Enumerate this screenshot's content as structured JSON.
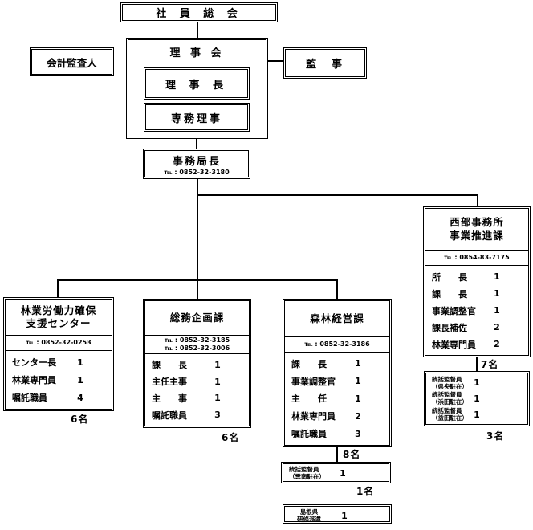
{
  "boxes": {
    "soukai": {
      "label": "社 員 総 会"
    },
    "rijikai": {
      "label": "理 事 会"
    },
    "rijichou": {
      "label": "理 事 長"
    },
    "senmuriji": {
      "label": "専務理事"
    },
    "kaikei": {
      "label": "会計監査人"
    },
    "kanji": {
      "label": "監　事"
    },
    "jimu": {
      "title": "事務局長",
      "tel": "℡ : 0852-32-3180"
    }
  },
  "divisions": {
    "ringyo": {
      "title_lines": [
        "林業労働力確保",
        "支援センター"
      ],
      "tels": [
        "℡ : 0852-32-0253"
      ],
      "staff": [
        {
          "label": "センター長",
          "count": "1"
        },
        {
          "label": "林業専門員",
          "count": "1"
        },
        {
          "label": "嘱託職員",
          "count": "4"
        }
      ],
      "total": "6名"
    },
    "soumu": {
      "title_lines": [
        "総務企画課"
      ],
      "tels": [
        "℡ : 0852-32-3185",
        "℡ : 0852-32-3006"
      ],
      "staff": [
        {
          "label": "課　　長",
          "count": "1"
        },
        {
          "label": "主任主事",
          "count": "1"
        },
        {
          "label": "主　　事",
          "count": "1"
        },
        {
          "label": "嘱託職員",
          "count": "3"
        }
      ],
      "total": "6名"
    },
    "shinrin": {
      "title_lines": [
        "森林経営課"
      ],
      "tels": [
        "℡ : 0852-32-3186"
      ],
      "staff": [
        {
          "label": "課　　長",
          "count": "1"
        },
        {
          "label": "事業調整官",
          "count": "1"
        },
        {
          "label": "主　　任",
          "count": "1"
        },
        {
          "label": "林業専門員",
          "count": "2"
        },
        {
          "label": "嘱託職員",
          "count": "3"
        }
      ],
      "total": "8名"
    },
    "seibu": {
      "title_lines": [
        "西部事務所",
        "事業推進課"
      ],
      "tels": [
        "℡ : 0854-83-7175"
      ],
      "staff": [
        {
          "label": "所　　長",
          "count": "1"
        },
        {
          "label": "課　　長",
          "count": "1"
        },
        {
          "label": "事業調整官",
          "count": "1"
        },
        {
          "label": "課長補佐",
          "count": "2"
        },
        {
          "label": "林業専門員",
          "count": "2"
        }
      ],
      "total": "7名"
    }
  },
  "subs": {
    "seibu_kantoku": {
      "rows": [
        {
          "lines": [
            "統括監督員",
            "（県央駐在）"
          ],
          "count": "1"
        },
        {
          "lines": [
            "統括監督員",
            "（浜田駐在）"
          ],
          "count": "1"
        },
        {
          "lines": [
            "統括監督員",
            "（益田駐在）"
          ],
          "count": "1"
        }
      ],
      "total": "3名"
    },
    "unnan": {
      "rows": [
        {
          "lines": [
            "統括監督員",
            "（雲南駐在）"
          ],
          "count": "1"
        }
      ],
      "total": "1名"
    },
    "shimane": {
      "rows": [
        {
          "lines": [
            "島根県",
            "研修派遣"
          ],
          "count": "1"
        }
      ]
    }
  }
}
